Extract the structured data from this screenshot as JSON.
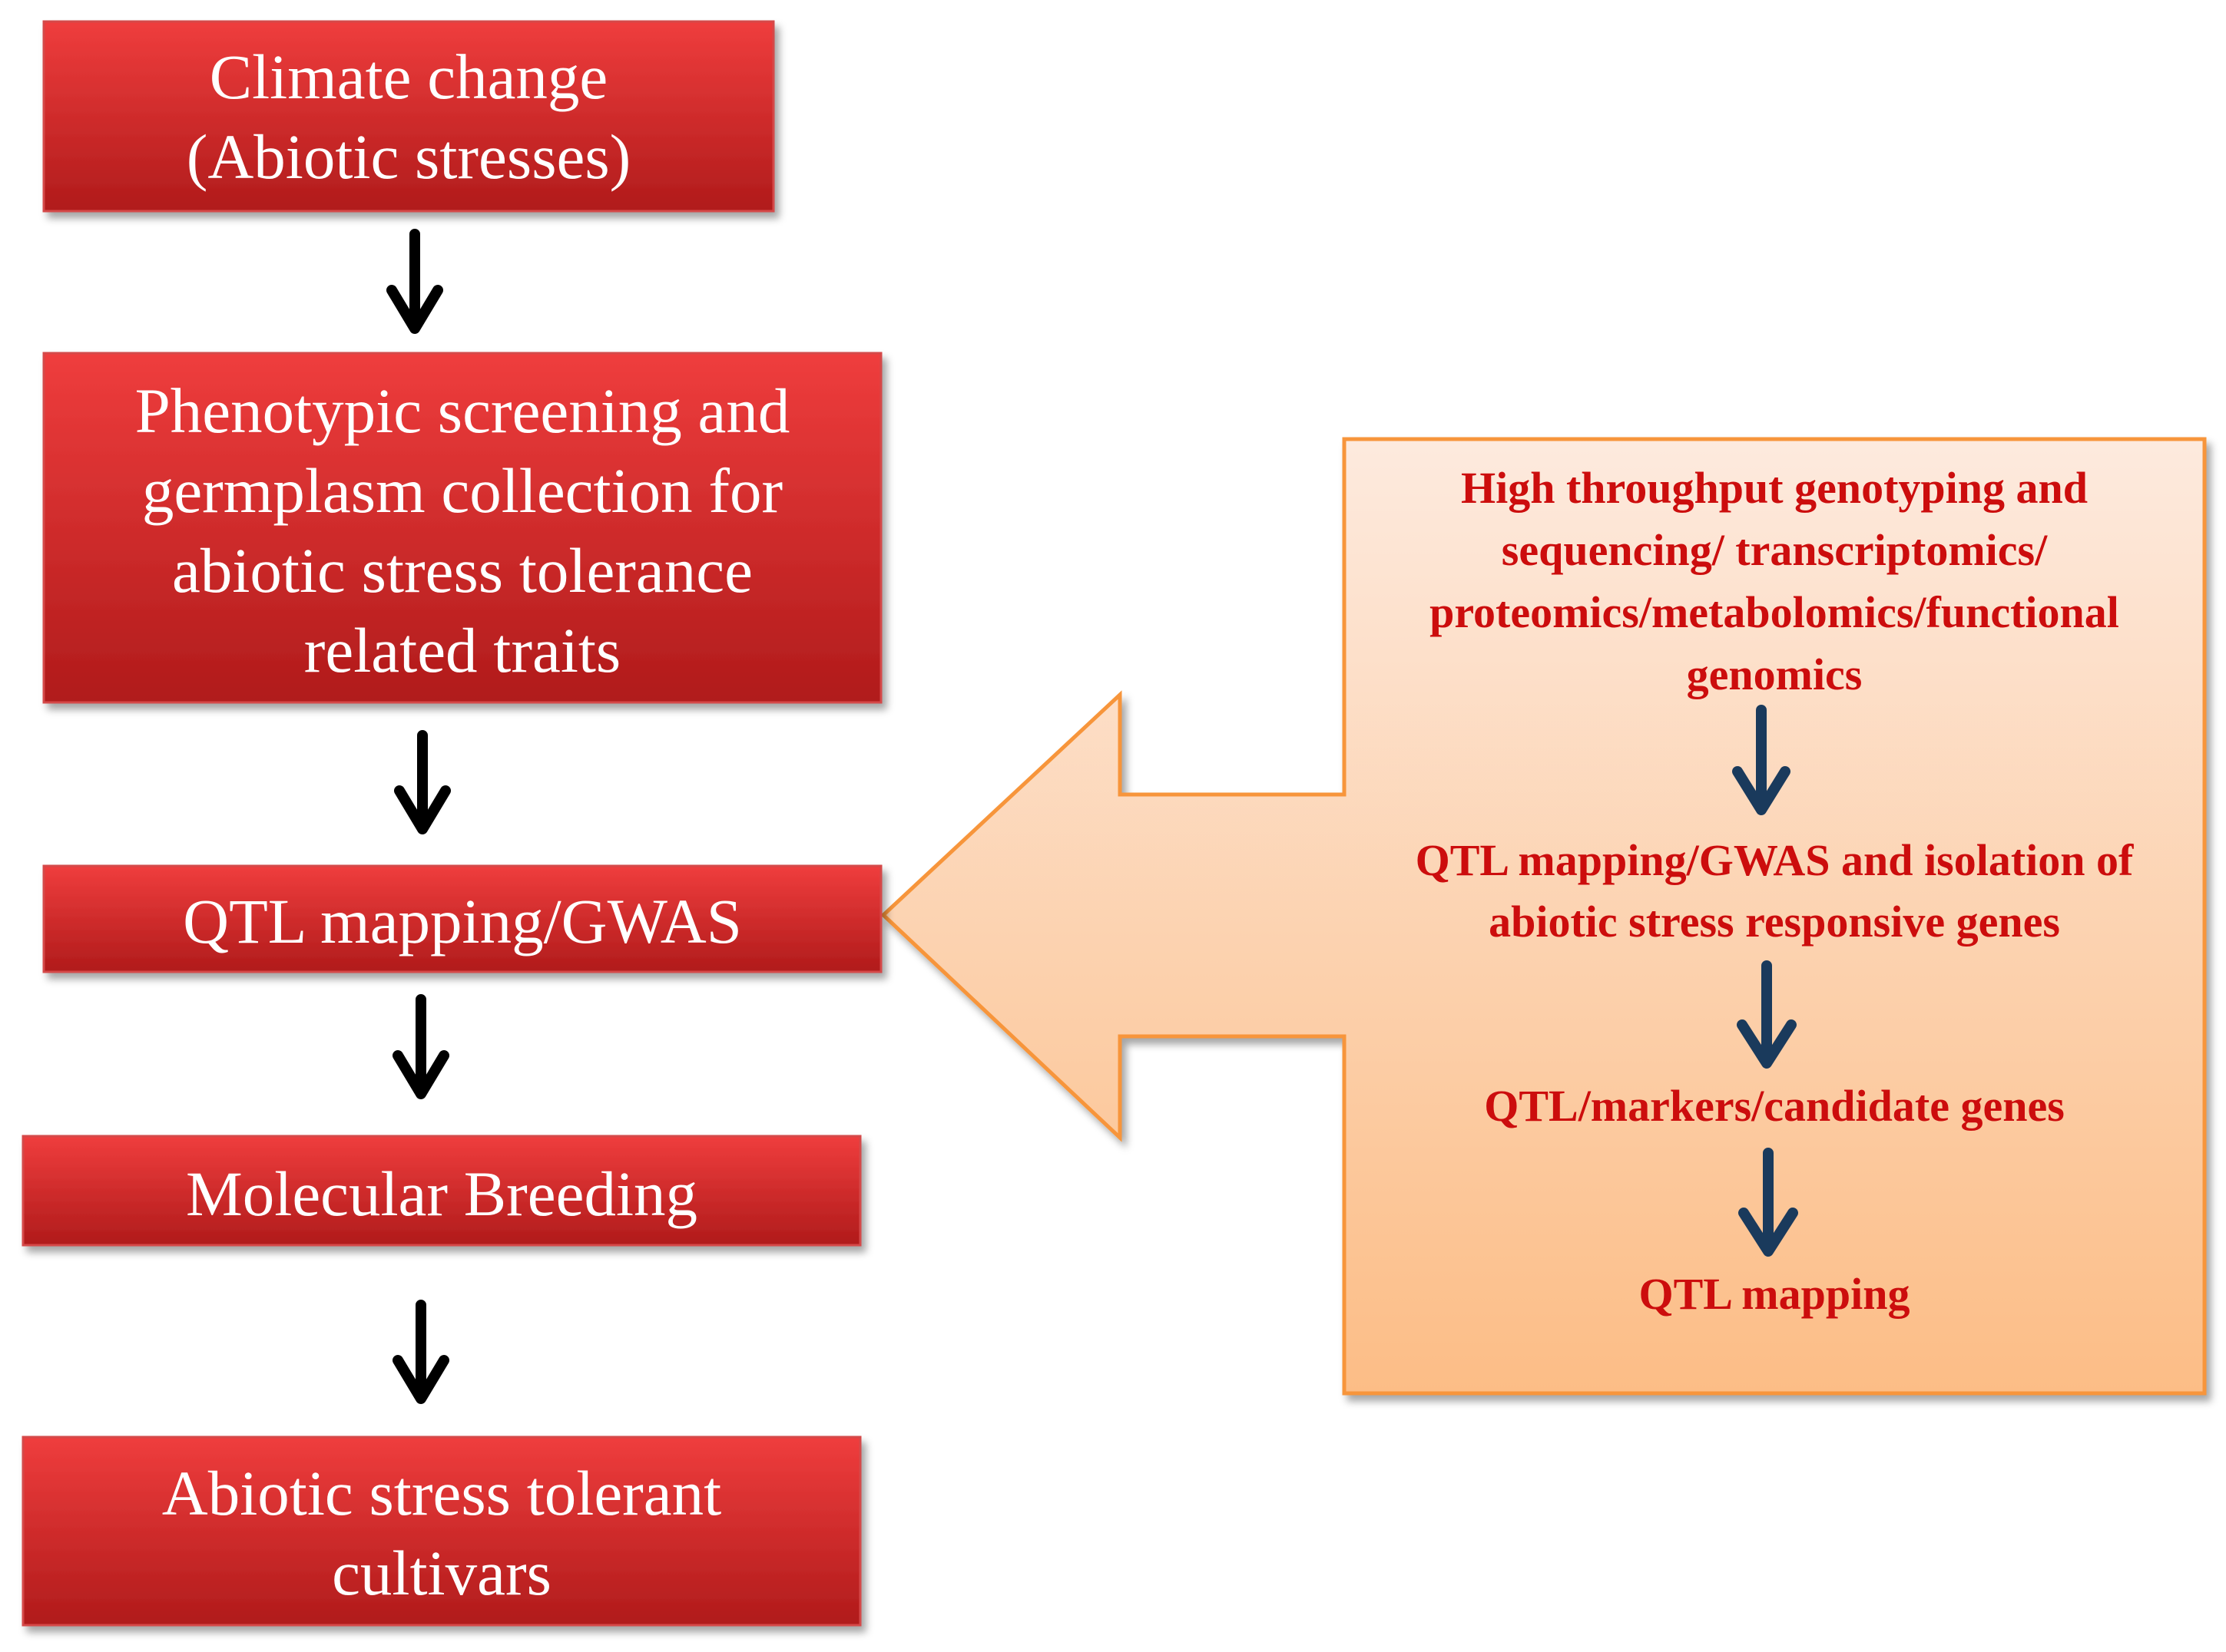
{
  "left_flow": {
    "boxes": [
      {
        "lines": [
          "Climate change",
          "(Abiotic stresses)"
        ]
      },
      {
        "lines": [
          "Phenotypic screening and",
          "germplasm collection for",
          "abiotic stress tolerance",
          "related traits"
        ]
      },
      {
        "lines": [
          "QTL mapping/GWAS"
        ]
      },
      {
        "lines": [
          "Molecular Breeding"
        ]
      },
      {
        "lines": [
          "Abiotic stress tolerant",
          "cultivars"
        ]
      }
    ]
  },
  "right_panel": {
    "steps": [
      {
        "lines": [
          "High throughput genotyping and",
          "sequencing/ transcriptomics/",
          "proteomics/metabolomics/functional",
          "genomics"
        ]
      },
      {
        "lines": [
          "QTL mapping/GWAS and isolation of",
          "abiotic stress responsive genes"
        ]
      },
      {
        "lines": [
          "QTL/markers/candidate genes"
        ]
      },
      {
        "lines": [
          "QTL mapping"
        ]
      }
    ]
  },
  "colors": {
    "red_box_top": "#ee3a3a",
    "red_box_bottom": "#b41c1c",
    "orange_light": "#fde9dc",
    "orange_dark": "#fcbf8a",
    "orange_border": "#f7953b",
    "orange_text": "#cc0d0d",
    "dark_arrow": "#1a3a5c",
    "black_arrow": "#000000"
  }
}
